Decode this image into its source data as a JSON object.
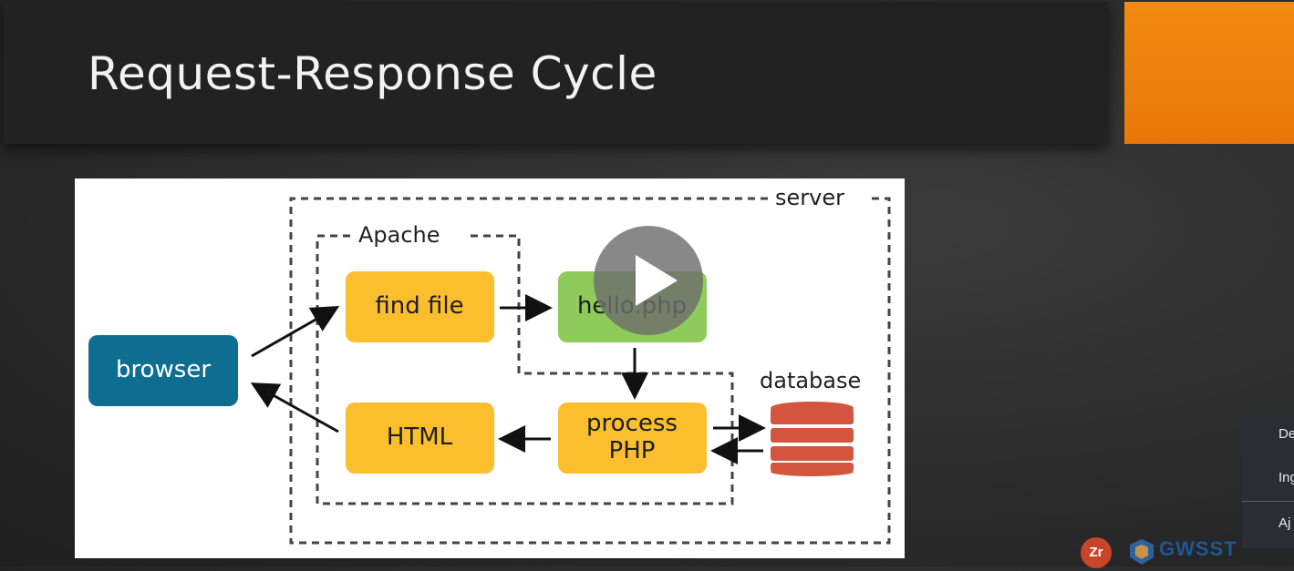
{
  "slide": {
    "title": "Request-Response Cycle"
  },
  "diagram": {
    "server_label": "server",
    "apache_label": "Apache",
    "database_label": "database",
    "nodes": {
      "browser": "browser",
      "find_file": "find file",
      "hello_php": "hello.php",
      "html": "HTML",
      "process_line1": "process",
      "process_line2": "PHP"
    },
    "colors": {
      "browser": "#0e6e91",
      "yellow": "#fbbf2e",
      "green": "#8fcb5a",
      "database": "#d4553e"
    }
  },
  "player": {
    "play_icon": "play-icon"
  },
  "context_menu": {
    "items": [
      "De",
      "Ing",
      "Aj"
    ]
  },
  "watermark": {
    "badge": "Zr",
    "brand": "GWSST"
  }
}
